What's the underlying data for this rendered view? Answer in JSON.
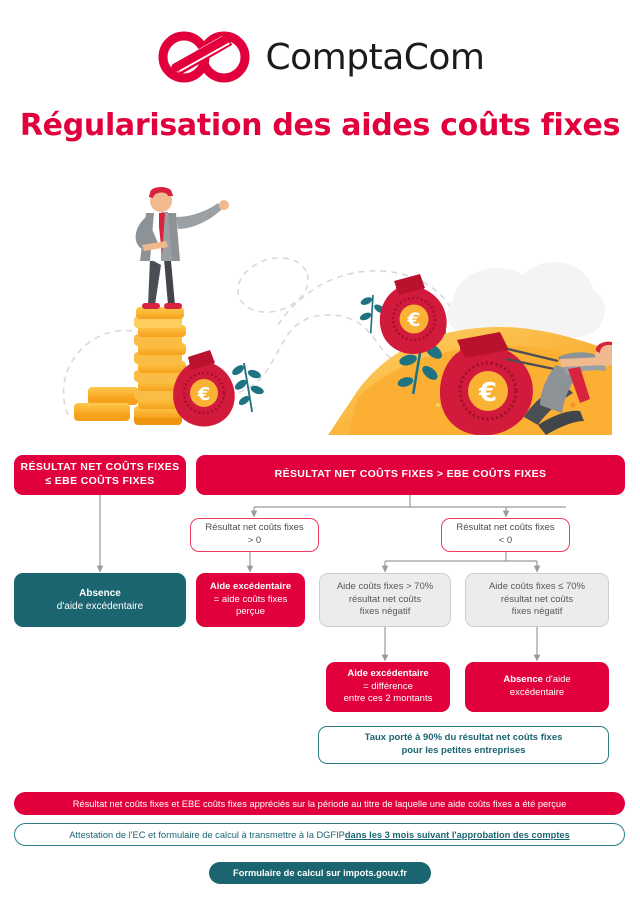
{
  "header": {
    "logo_icon": "infinity-logo-icon",
    "brand": "ComptaCom",
    "title": "Régularisation des aides coûts fixes"
  },
  "illustration": {
    "name": "businessmen-coins-money-bags-illustration",
    "elements": [
      "businessman-standing-on-coin-stack",
      "coin-stack",
      "gold-pile",
      "money-bag-euro-small",
      "money-bag-euro-medium",
      "money-bag-euro-large",
      "businessman-pulling-money-bag",
      "leaf-branch-decoration",
      "dashed-swirl-decoration"
    ]
  },
  "flow": {
    "left_head": {
      "line1": "RÉSULTAT NET COÛTS FIXES",
      "line2": "≤ EBE COÛTS FIXES"
    },
    "right_head": {
      "line1": "RÉSULTAT NET COÛTS FIXES > EBE COÛTS FIXES"
    },
    "rnf_positive": {
      "line1": "Résultat net coûts fixes",
      "line2": "> 0"
    },
    "rnf_negative": {
      "line1": "Résultat net coûts fixes",
      "line2": "< 0"
    },
    "absence_left": {
      "line1": "Absence",
      "line2": "d'aide excédentaire"
    },
    "aide_excedentaire": {
      "line1": "Aide excédentaire",
      "line2": "= aide coûts fixes",
      "line3": "perçue"
    },
    "gray_sup_70": {
      "line1": "Aide coûts fixes > 70%",
      "line2": "résultat net coûts",
      "line3": "fixes négatif"
    },
    "gray_inf_70": {
      "line1": "Aide coûts fixes ≤ 70%",
      "line2": "résultat net coûts",
      "line3": "fixes négatif"
    },
    "aide_difference": {
      "line1": "Aide excédentaire",
      "line2": "= différence",
      "line3": "entre ces 2 montants"
    },
    "absence_right": {
      "line1": "Absence",
      "line1b": " d'aide",
      "line2": "excédentaire"
    },
    "taux": {
      "line1": "Taux porté à 90% du résultat net coûts fixes",
      "line2": "pour les petites entreprises"
    }
  },
  "footer": {
    "banner_red": "Résultat net coûts fixes et EBE coûts fixes appréciés sur la période au titre de laquelle une aide coûts fixes a été perçue",
    "banner_teal_plain": "Attestation de l'EC et formulaire de calcul à transmettre à la DGFIP ",
    "banner_teal_bold": "dans les 3 mois suivant l'approbation des comptes",
    "cta": "Formulaire de calcul sur impots.gouv.fr"
  },
  "colors": {
    "brand_red": "#e2003c",
    "outline_red": "#ef3b63",
    "teal": "#1b6570",
    "teal_outline": "#2b7d86",
    "gray_fill": "#ececec",
    "gray_text": "#55595b",
    "connector": "#9a9a9a",
    "gold": "#f9b233",
    "gold_light": "#ffd062"
  }
}
